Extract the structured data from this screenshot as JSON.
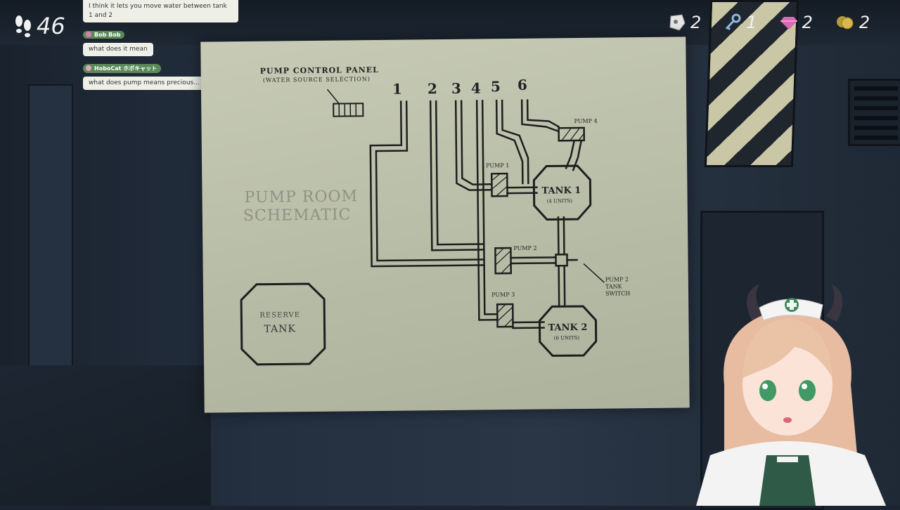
{
  "hud": {
    "steps": "46",
    "stats": [
      {
        "icon": "map-fragment-icon",
        "value": "2"
      },
      {
        "icon": "key-icon",
        "value": "1"
      },
      {
        "icon": "gem-icon",
        "value": "2"
      },
      {
        "icon": "coin-icon",
        "value": "2"
      }
    ]
  },
  "chat": [
    {
      "user": "",
      "text": "I think it lets you move water between tank 1 and 2",
      "color": "#d8d2a8"
    },
    {
      "user": "Bob Bob",
      "text": "what does it mean",
      "color": "#e07ab0"
    },
    {
      "user": "HoboCat ホボキャット",
      "text": "what does pump means precious...",
      "color": "#e07ab0"
    }
  ],
  "poster": {
    "panel_title": "PUMP CONTROL PANEL",
    "panel_subtitle": "(WATER SOURCE SELECTION)",
    "schematic_title_1": "PUMP ROOM",
    "schematic_title_2": "SCHEMATIC",
    "numbers": [
      "1",
      "2",
      "3",
      "4",
      "5",
      "6"
    ],
    "pump1": "PUMP 1",
    "pump2": "PUMP 2",
    "pump3": "PUMP 3",
    "pump4": "PUMP 4",
    "tank1": "TANK 1",
    "tank1_units": "(4 UNITS)",
    "tank2": "TANK 2",
    "tank2_units": "(6 UNITS)",
    "reserve_1": "RESERVE",
    "reserve_2": "TANK",
    "switch_1": "PUMP 2",
    "switch_2": "TANK",
    "switch_3": "SWITCH"
  },
  "colors": {
    "hud_text": "#f2f2f2",
    "ink": "#1e1e1e",
    "paper": "#c2c6b1"
  }
}
